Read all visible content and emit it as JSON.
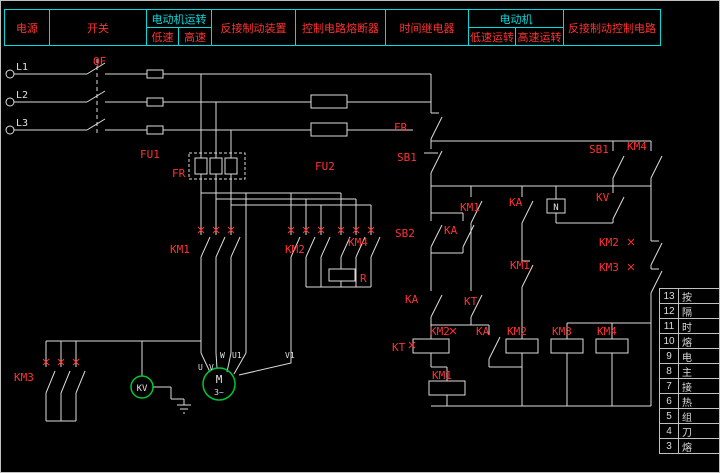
{
  "colors": {
    "background": "#000000",
    "line": "#dcdcdc",
    "label_red": "#ff3232",
    "table_cyan": "#00dcdc",
    "device_green": "#00c832"
  },
  "header_table": {
    "power": "电源",
    "switch": "开关",
    "motor_run": "电动机运转",
    "low_speed": "低速",
    "high_speed": "高速",
    "brake_device": "反接制动装置",
    "control_fuse": "控制电路熔断器",
    "time_relay": "时间继电器",
    "motor": "电动机",
    "low_speed_run": "低速运转",
    "high_speed_run": "高速运转",
    "brake_control": "反接制动控制电路"
  },
  "circuit": {
    "l1": "L1",
    "l2": "L2",
    "l3": "L3",
    "qf": "QF",
    "fu1": "FU1",
    "fu2": "FU2",
    "fr_main": "FR",
    "fr_ctrl": "FR",
    "km1_main": "KM1",
    "km2_main": "KM2",
    "km4_main": "KM4",
    "km3_main": "KM3",
    "r": "R",
    "motor_m": "M",
    "motor_ph": "3~",
    "kv_device": "KV",
    "t_u": "U",
    "t_v": "V",
    "t_w": "W",
    "t_u1": "U1",
    "t_v1": "V1",
    "sb1_stop": "SB1",
    "sb2_start": "SB2",
    "ka_hold": "KA",
    "km1_aux": "KM1",
    "ka_upper": "KA",
    "n_mark": "N",
    "kv_contact": "KV",
    "sb1_start2": "SB1",
    "km4_aux": "KM4",
    "km2_nc": "KM2",
    "km3_nc": "KM3",
    "km1_nc": "KM1",
    "ka_seal": "KA",
    "kt_contact": "KT",
    "kt_coil": "KT",
    "km2_mid": "KM2",
    "ka_low": "KA",
    "km2_coil": "KM2",
    "km3_coil": "KM3",
    "km4_coil": "KM4",
    "km1_coil": "KM1"
  },
  "parts_table": {
    "rows": [
      {
        "no": "13",
        "name": "按"
      },
      {
        "no": "12",
        "name": "隔"
      },
      {
        "no": "11",
        "name": "时"
      },
      {
        "no": "10",
        "name": "熔"
      },
      {
        "no": "9",
        "name": "电"
      },
      {
        "no": "8",
        "name": "主"
      },
      {
        "no": "7",
        "name": "接"
      },
      {
        "no": "6",
        "name": "热"
      },
      {
        "no": "5",
        "name": "组"
      },
      {
        "no": "4",
        "name": "刀"
      },
      {
        "no": "3",
        "name": "熔"
      }
    ]
  }
}
